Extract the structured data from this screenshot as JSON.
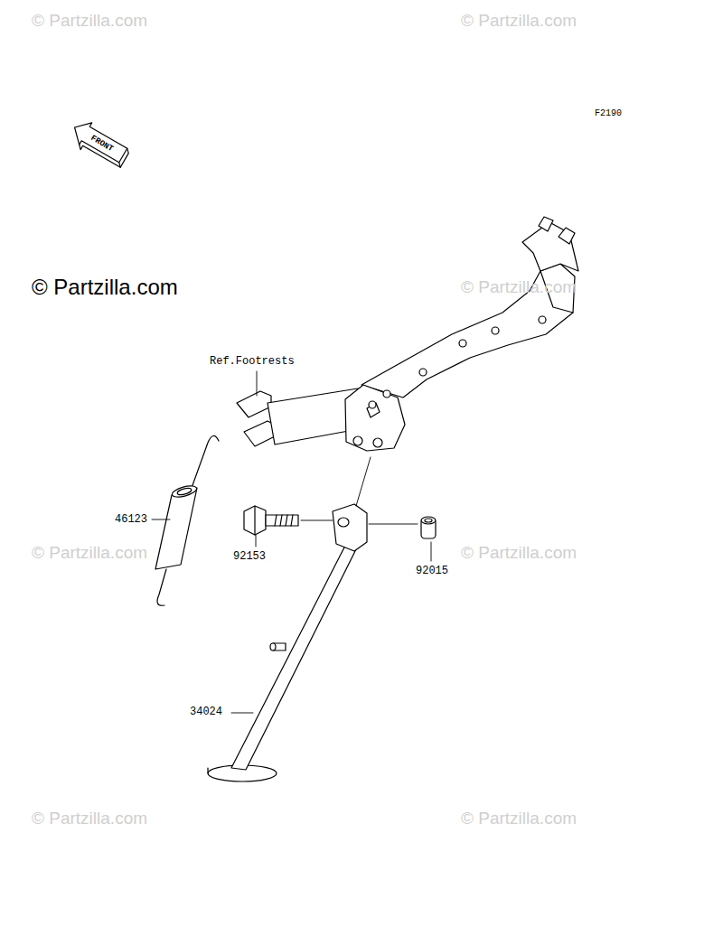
{
  "diagram": {
    "labels": [
      "© Partzilla.com",
      "© Partzilla.com",
      "F2190",
      "FRONT",
      "© Partzilla.com",
      "© Partzilla.com",
      "Ref.Footrests",
      "46123",
      "92153",
      "92015",
      "© Partzilla.com",
      "© Partzilla.com",
      "34024",
      "© Partzilla.com",
      "© Partzilla.com"
    ]
  }
}
